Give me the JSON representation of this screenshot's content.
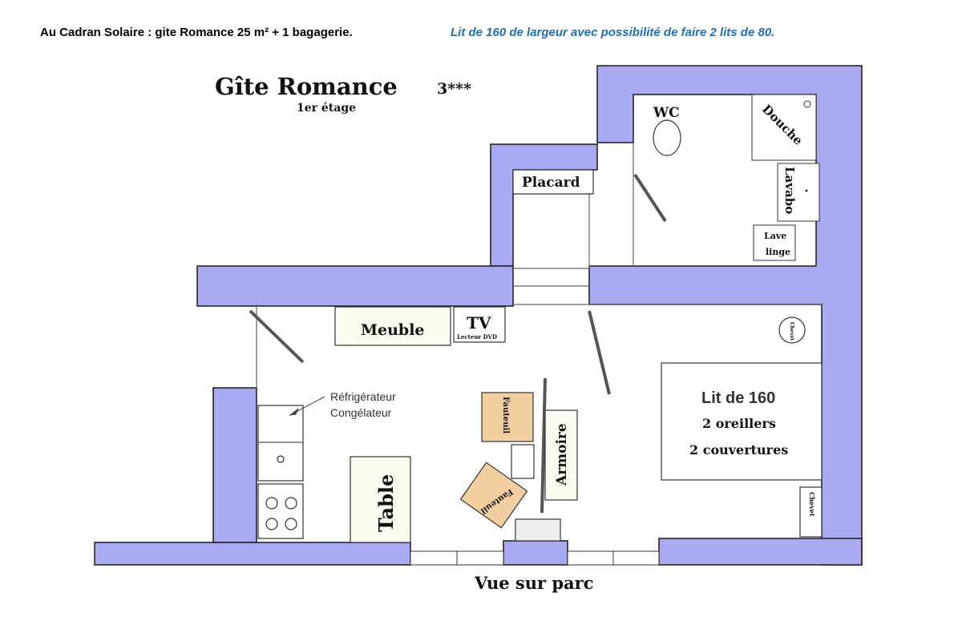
{
  "header": {
    "left": "Au Cadran Solaire : gite Romance 25 m² + 1 bagagerie.",
    "right": "Lit de 160 de largeur avec possibilité de faire 2 lits de 80."
  },
  "plan": {
    "title": "Gîte Romance",
    "stars": "3***",
    "floor": "1er étage",
    "footer": "Vue sur parc",
    "wall_color": "#aaaaf2"
  },
  "rooms": {
    "wc": "WC",
    "douche": "Douche",
    "lavabo": "Lavabo",
    "lave_linge_1": "Lave",
    "lave_linge_2": "linge",
    "placard": "Placard",
    "meuble": "Meuble",
    "tv": "TV",
    "dvd": "Lecteur DVD",
    "refrigerateur": "Réfrigérateur",
    "congelateur": "Congélateur",
    "table": "Table",
    "fauteuil_1": "Fauteuil",
    "fauteuil_2": "Fauteuil",
    "armoire": "Armoire",
    "bed_title": "Lit de 160",
    "bed_line1": "2 oreillers",
    "bed_line2": "2 couvertures",
    "chevet_1": "Chevet",
    "chevet_2": "Chevet"
  }
}
